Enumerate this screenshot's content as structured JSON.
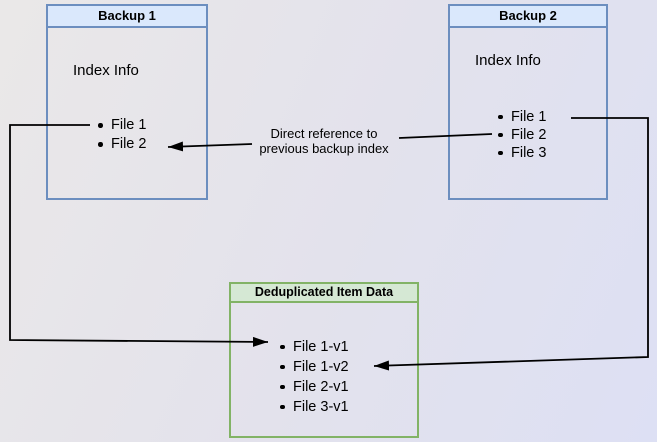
{
  "diagram": {
    "backup1": {
      "title": "Backup 1",
      "subtitle": "Index Info",
      "files": [
        "File 1",
        "File 2"
      ]
    },
    "backup2": {
      "title": "Backup 2",
      "subtitle": "Index Info",
      "files": [
        "File 1",
        "File 2",
        "File 3"
      ]
    },
    "dedup": {
      "title": "Deduplicated Item Data",
      "files": [
        "File 1-v1",
        "File 1-v2",
        "File 2-v1",
        "File 3-v1"
      ]
    },
    "edge_label": {
      "line1": "Direct reference to",
      "line2": "previous backup index"
    },
    "colors": {
      "backup_header_fill": "#dae8fc",
      "backup_border": "#6c8ebf",
      "dedup_header_fill": "#d5e8d4",
      "dedup_border": "#82b366",
      "connector": "#000000",
      "canvas_top_left": "#eae8e8",
      "canvas_bottom_right": "#dde0f4"
    }
  }
}
